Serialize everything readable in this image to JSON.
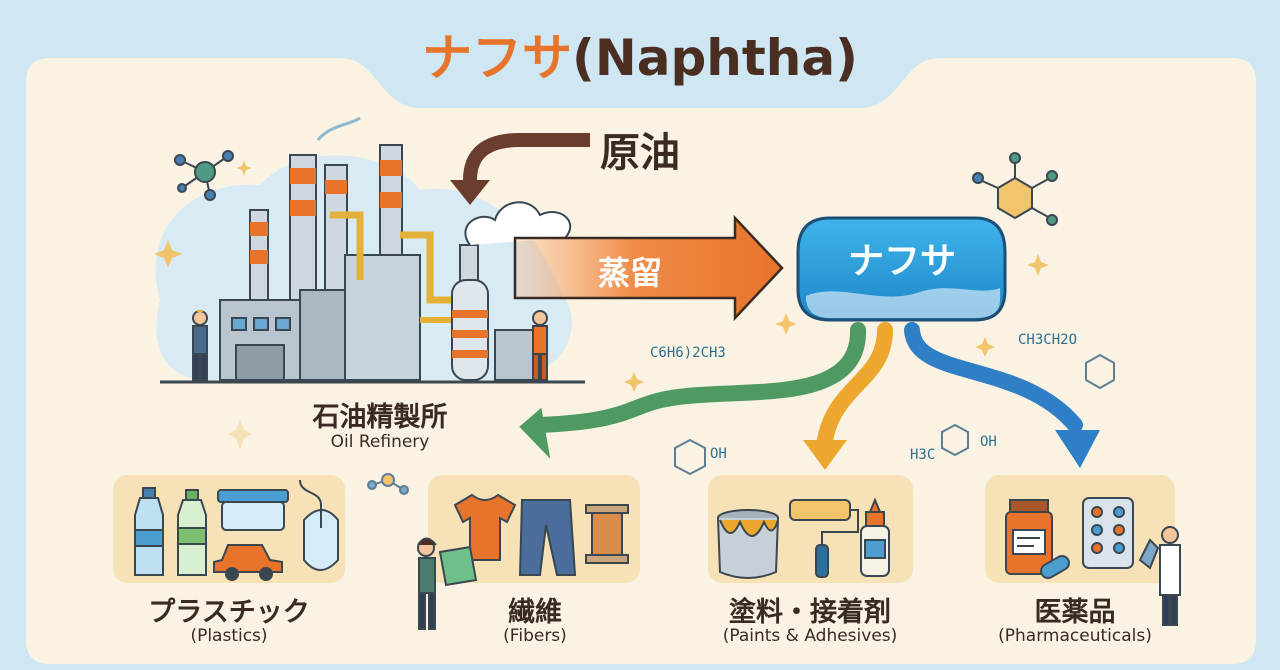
{
  "title": {
    "japanese": "ナフサ",
    "english": "(Naphtha)"
  },
  "crude_oil_label": "原油",
  "distillation_label": "蒸留",
  "naphtha_label": "ナフサ",
  "refinery": {
    "label_jp": "石油精製所",
    "label_en": "Oil Refinery"
  },
  "formulas": [
    "C6H6)2CH3",
    "CH3CH2O",
    "H3C",
    "OH",
    "OH"
  ],
  "products": [
    {
      "label_jp": "プラスチック",
      "label_en": "(Plastics)"
    },
    {
      "label_jp": "繊維",
      "label_en": "(Fibers)"
    },
    {
      "label_jp": "塗料・接着剤",
      "label_en": "(Paints & Adhesives)"
    },
    {
      "label_jp": "医薬品",
      "label_en": "(Pharmaceuticals)"
    }
  ],
  "colors": {
    "background": "#cfe6f3",
    "panel": "#faf3e4",
    "orange_accent": "#e8742c",
    "brown_arrow": "#6b3d2e",
    "naphtha_blue": "#2a9fd8",
    "green_arrow": "#4f9a62",
    "yellow_arrow": "#eda72e",
    "blue_arrow": "#2f7fc6"
  }
}
